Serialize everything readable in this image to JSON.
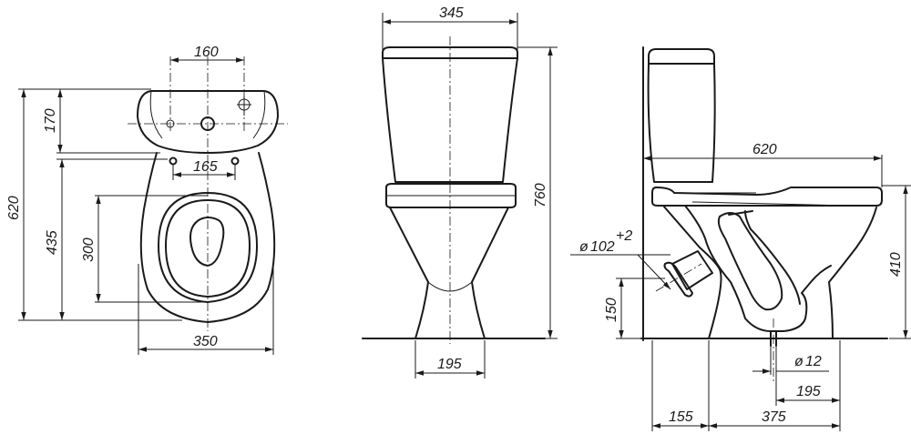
{
  "dimensions": {
    "front": {
      "tank_holes_spacing": "160",
      "top_height": "170",
      "total_height": "620",
      "bolt_holes_spacing": "165",
      "lower_height": "435",
      "seat_opening": "300",
      "base_width": "350"
    },
    "side": {
      "tank_width": "345",
      "total_height": "760",
      "base_width": "195"
    },
    "section": {
      "length": "620",
      "pipe_diameter": "102",
      "pipe_tolerance": "+2",
      "outlet_height": "150",
      "bowl_height": "410",
      "fixing_diameter": "12",
      "fixing_offset": "195",
      "wall_offset": "155",
      "outlet_offset": "375"
    }
  },
  "symbols": {
    "diameter": "ø"
  }
}
